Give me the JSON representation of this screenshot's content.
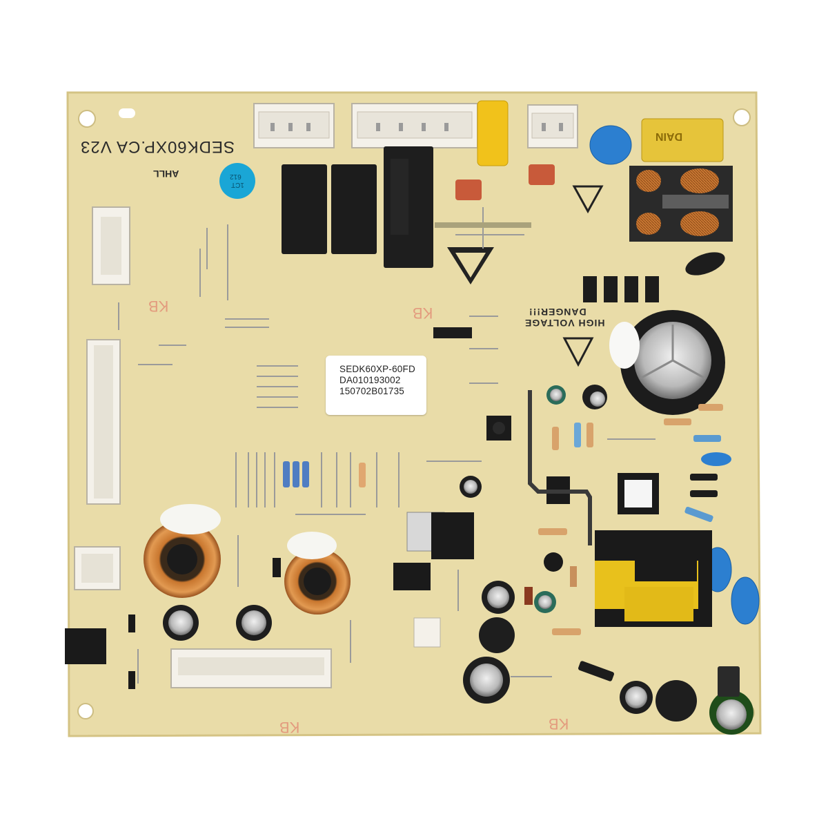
{
  "board": {
    "model_silk": "SEDK60XP.CA V23",
    "maker_silk": "AHLL",
    "warning_line1": "HIGH VOLTAGE",
    "warning_line2": "DANGER!!!",
    "blue_sticker_line1": "612",
    "blue_sticker_line2": "1CT",
    "kb_mark": "KB",
    "brand_capacitor": "DAIN"
  },
  "sticker": {
    "line1": "SEDK60XP-60FD",
    "line2": "DA010193002",
    "line3": "150702B01735"
  },
  "colors": {
    "pcb": "#e9dca8",
    "pcb_edge": "#d8c88c",
    "relay": "#1c1c1c",
    "connector": "#f4f1ea",
    "y_capacitor": "#f1c21b",
    "x_capacitor": "#e6c43a",
    "ceramic_blue": "#2c7fd0",
    "coil_copper": "#c8762e"
  }
}
